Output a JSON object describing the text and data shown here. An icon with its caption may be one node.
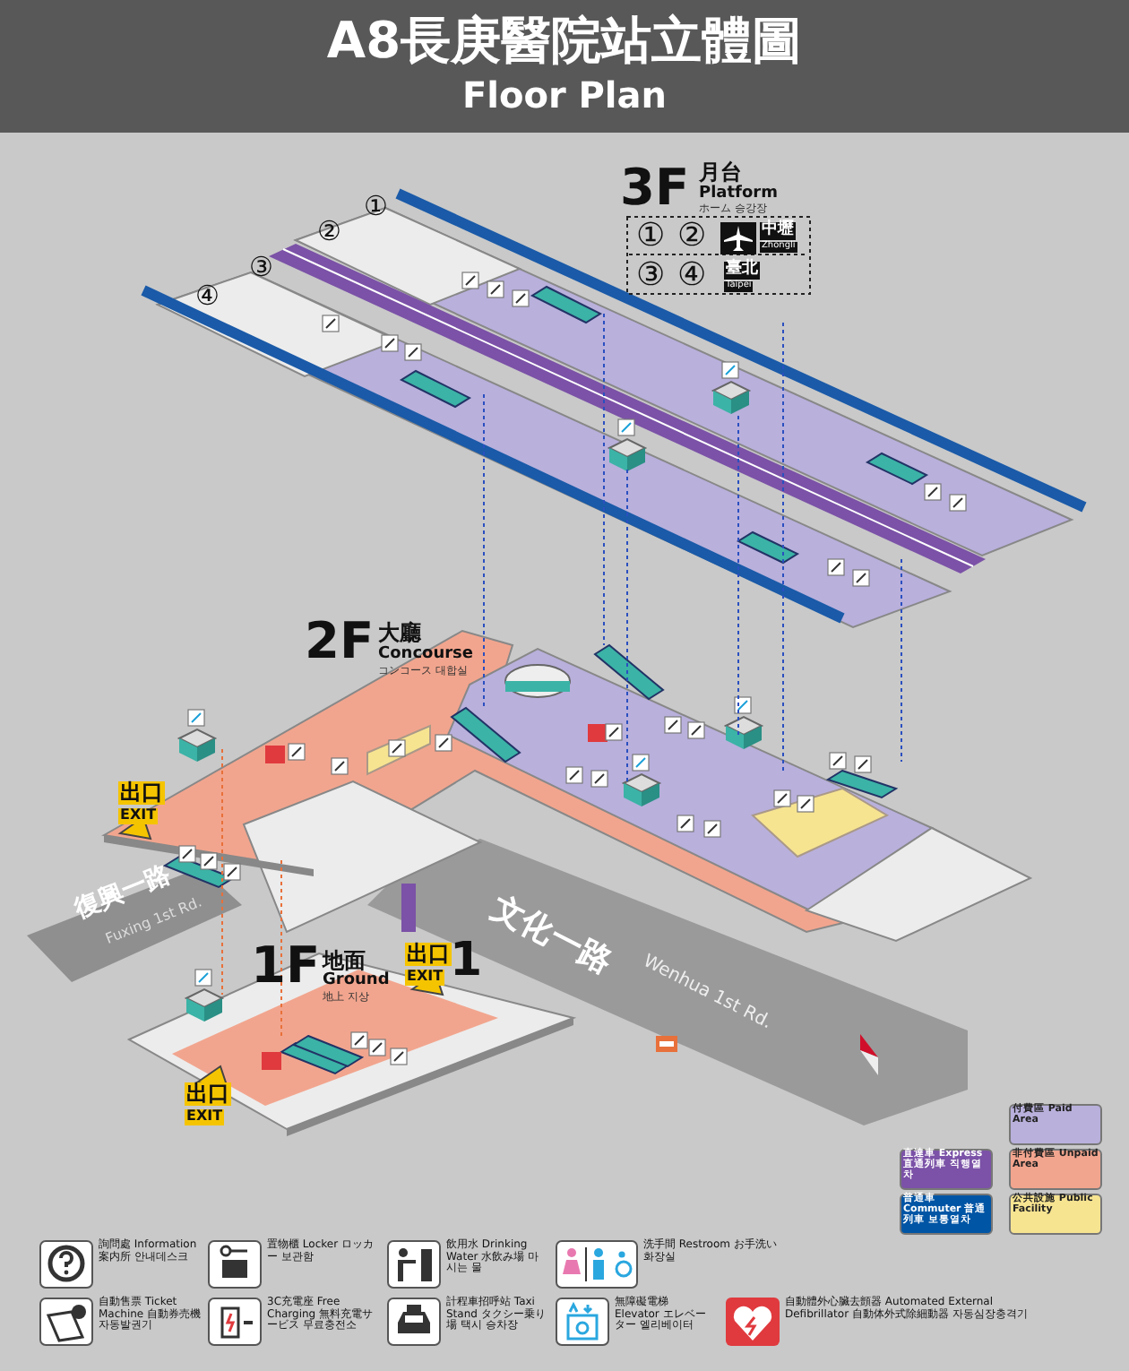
{
  "diagram": {
    "title": "A8長庚醫院站立體圖",
    "labels": [
      "Floor Plan",
      "3F",
      "月台",
      "Platform",
      "ホーム 승강장",
      "①",
      "②",
      "③",
      "④",
      "①",
      "②",
      "③",
      "④",
      "中壢",
      "Zhongli",
      "臺北",
      "Taipei",
      "2F",
      "大廳",
      "Concourse",
      "コンコース 대합실",
      "出口",
      "EXIT",
      "復興一路",
      "Fuxing 1st Rd.",
      "1F",
      "地面",
      "Ground",
      "地上 지상",
      "出口",
      "EXIT",
      "1",
      "出口",
      "EXIT",
      "文化一路",
      "Wenhua 1st Rd."
    ],
    "legend": [
      {
        "text": "付費區 Paid Area",
        "color": "#b9b0dc"
      },
      {
        "text": "直達車 Express 直通列車 직행열차",
        "color": "#7b52a7"
      },
      {
        "text": "非付費區 Unpaid Area",
        "color": "#f2a58e"
      },
      {
        "text": "普通車 Commuter 普通列車 보통열차",
        "color": "#0055a5"
      },
      {
        "text": "公共設施 Public Facility",
        "color": "#f7e491"
      },
      {
        "text": "詢問處 Information 案内所 안내데스크"
      },
      {
        "text": "置物櫃 Locker ロッカー 보관함"
      },
      {
        "text": "飲用水 Drinking Water 水飲み場 마시는 물"
      },
      {
        "text": "洗手間 Restroom お手洗い 화장실"
      },
      {
        "text": "自動售票 Ticket Machine 自動券売機 자동발권기"
      },
      {
        "text": "3C充電座 Free Charging 無料充電サービス 무료충전소"
      },
      {
        "text": "計程車招呼站 Taxi Stand タクシー乗り場 택시 승차장"
      },
      {
        "text": "無障礙電梯 Elevator エレベーター 엘리베이터"
      },
      {
        "text": "自動體外心臟去顫器 Automated External Defibrillator 自動体外式除細動器 자동심장충격기"
      }
    ]
  }
}
